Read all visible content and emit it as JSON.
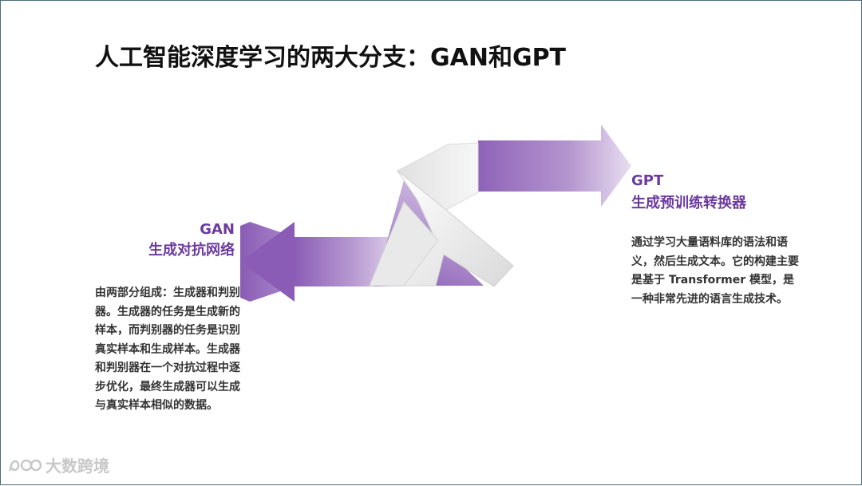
{
  "slide": {
    "title": "人工智能深度学习的两大分支：GAN和GPT"
  },
  "gan": {
    "name": "GAN",
    "subtitle": "生成对抗网络",
    "description": "由两部分组成：生成器和判别器。生成器的任务是生成新的样本，而判别器的任务是识别真实样本和生成样本。生成器和判别器在一个对抗过程中逐步优化，最终生成器可以生成与真实样本相似的数据。"
  },
  "gpt": {
    "name": "GPT",
    "subtitle": "生成预训练转换器",
    "description": "通过学习大量语料库的语法和语义，然后生成文本。它的构建主要是基于 Transformer 模型，是一种非常先进的语言生成技术。"
  },
  "watermark": {
    "text": "大数跨境",
    "icon": "brand-logo-icon"
  },
  "colors": {
    "accent": "#6b3a9e",
    "arrow_dark": "#8a5cb5",
    "arrow_light": "#ddd0ea",
    "ribbon": "#f2f2f2"
  }
}
